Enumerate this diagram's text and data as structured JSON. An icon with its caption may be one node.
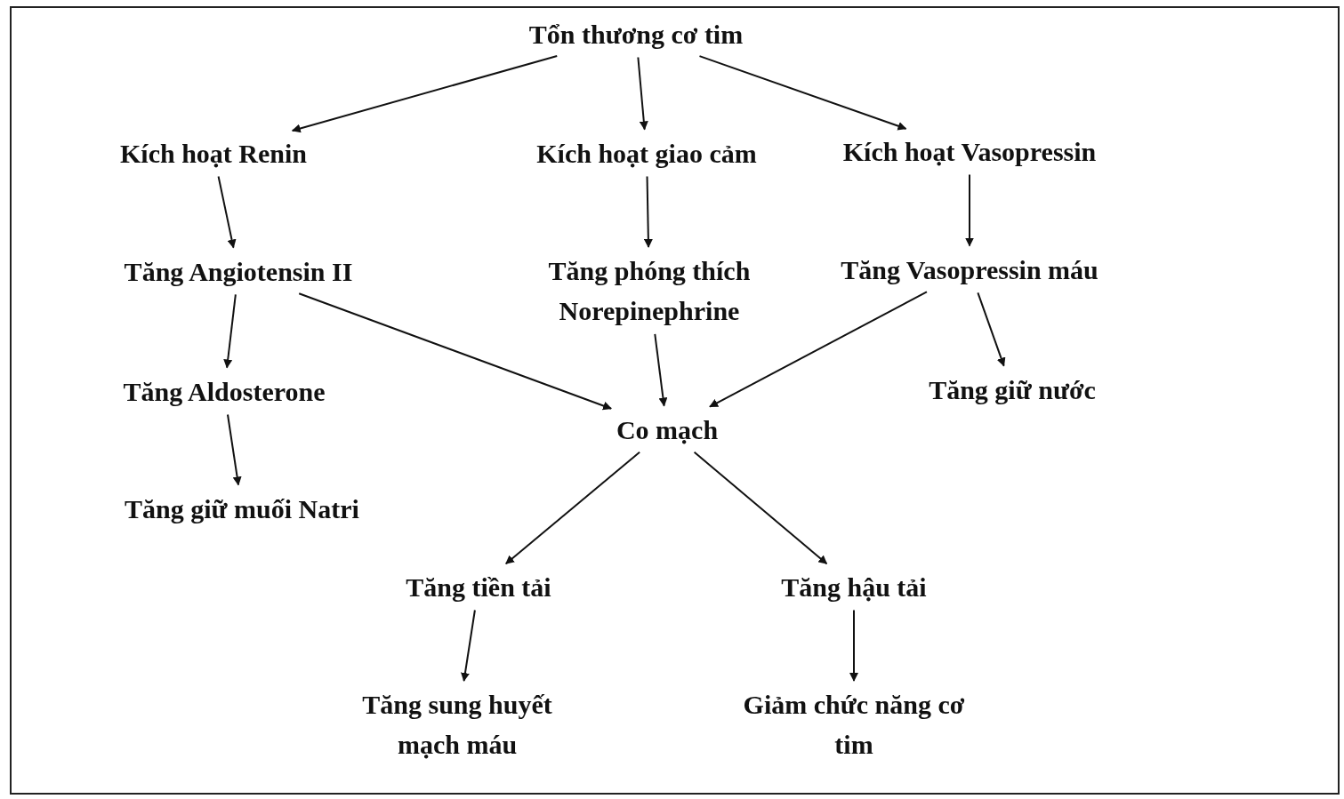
{
  "diagram": {
    "nodes": [
      {
        "text": [
          "Tổn thương cơ tim"
        ]
      },
      {
        "text": [
          "Kích hoạt Renin"
        ]
      },
      {
        "text": [
          "Kích hoạt giao cảm"
        ]
      },
      {
        "text": [
          "Kích hoạt Vasopressin"
        ]
      },
      {
        "text": [
          "Tăng Angiotensin II"
        ]
      },
      {
        "text": [
          "Tăng phóng thích Norepinephrine"
        ]
      },
      {
        "text": [
          "Tăng Vasopressin máu"
        ]
      },
      {
        "text": [
          "Tăng Aldosterone"
        ]
      },
      {
        "text": [
          "Co mạch"
        ]
      },
      {
        "text": [
          "Tăng giữ nước"
        ]
      },
      {
        "text": [
          "Tăng giữ muối Natri"
        ]
      },
      {
        "text": [
          "Tăng tiền tải"
        ]
      },
      {
        "text": [
          "Tăng hậu tải"
        ]
      },
      {
        "text": [
          "Tăng sung huyết mạch máu"
        ]
      },
      {
        "text": [
          "Giảm chức năng cơ tim"
        ]
      }
    ],
    "edges": [
      {
        "from": 0,
        "to": 1,
        "arrow": "to"
      },
      {
        "from": 0,
        "to": 2,
        "arrow": "to"
      },
      {
        "from": 0,
        "to": 3,
        "arrow": "to"
      },
      {
        "from": 1,
        "to": 4,
        "arrow": "to"
      },
      {
        "from": 2,
        "to": 5,
        "arrow": "to"
      },
      {
        "from": 3,
        "to": 6,
        "arrow": "to"
      },
      {
        "from": 4,
        "to": 7,
        "arrow": "to"
      },
      {
        "from": 4,
        "to": 8,
        "arrow": "to"
      },
      {
        "from": 5,
        "to": 8,
        "arrow": "to"
      },
      {
        "from": 6,
        "to": 8,
        "arrow": "to"
      },
      {
        "from": 6,
        "to": 9,
        "arrow": "to"
      },
      {
        "from": 7,
        "to": 10,
        "arrow": "to"
      },
      {
        "from": 8,
        "to": 11,
        "arrow": "to"
      },
      {
        "from": 8,
        "to": 12,
        "arrow": "to"
      },
      {
        "from": 11,
        "to": 13,
        "arrow": "to"
      },
      {
        "from": 12,
        "to": 14,
        "arrow": "to"
      }
    ]
  }
}
